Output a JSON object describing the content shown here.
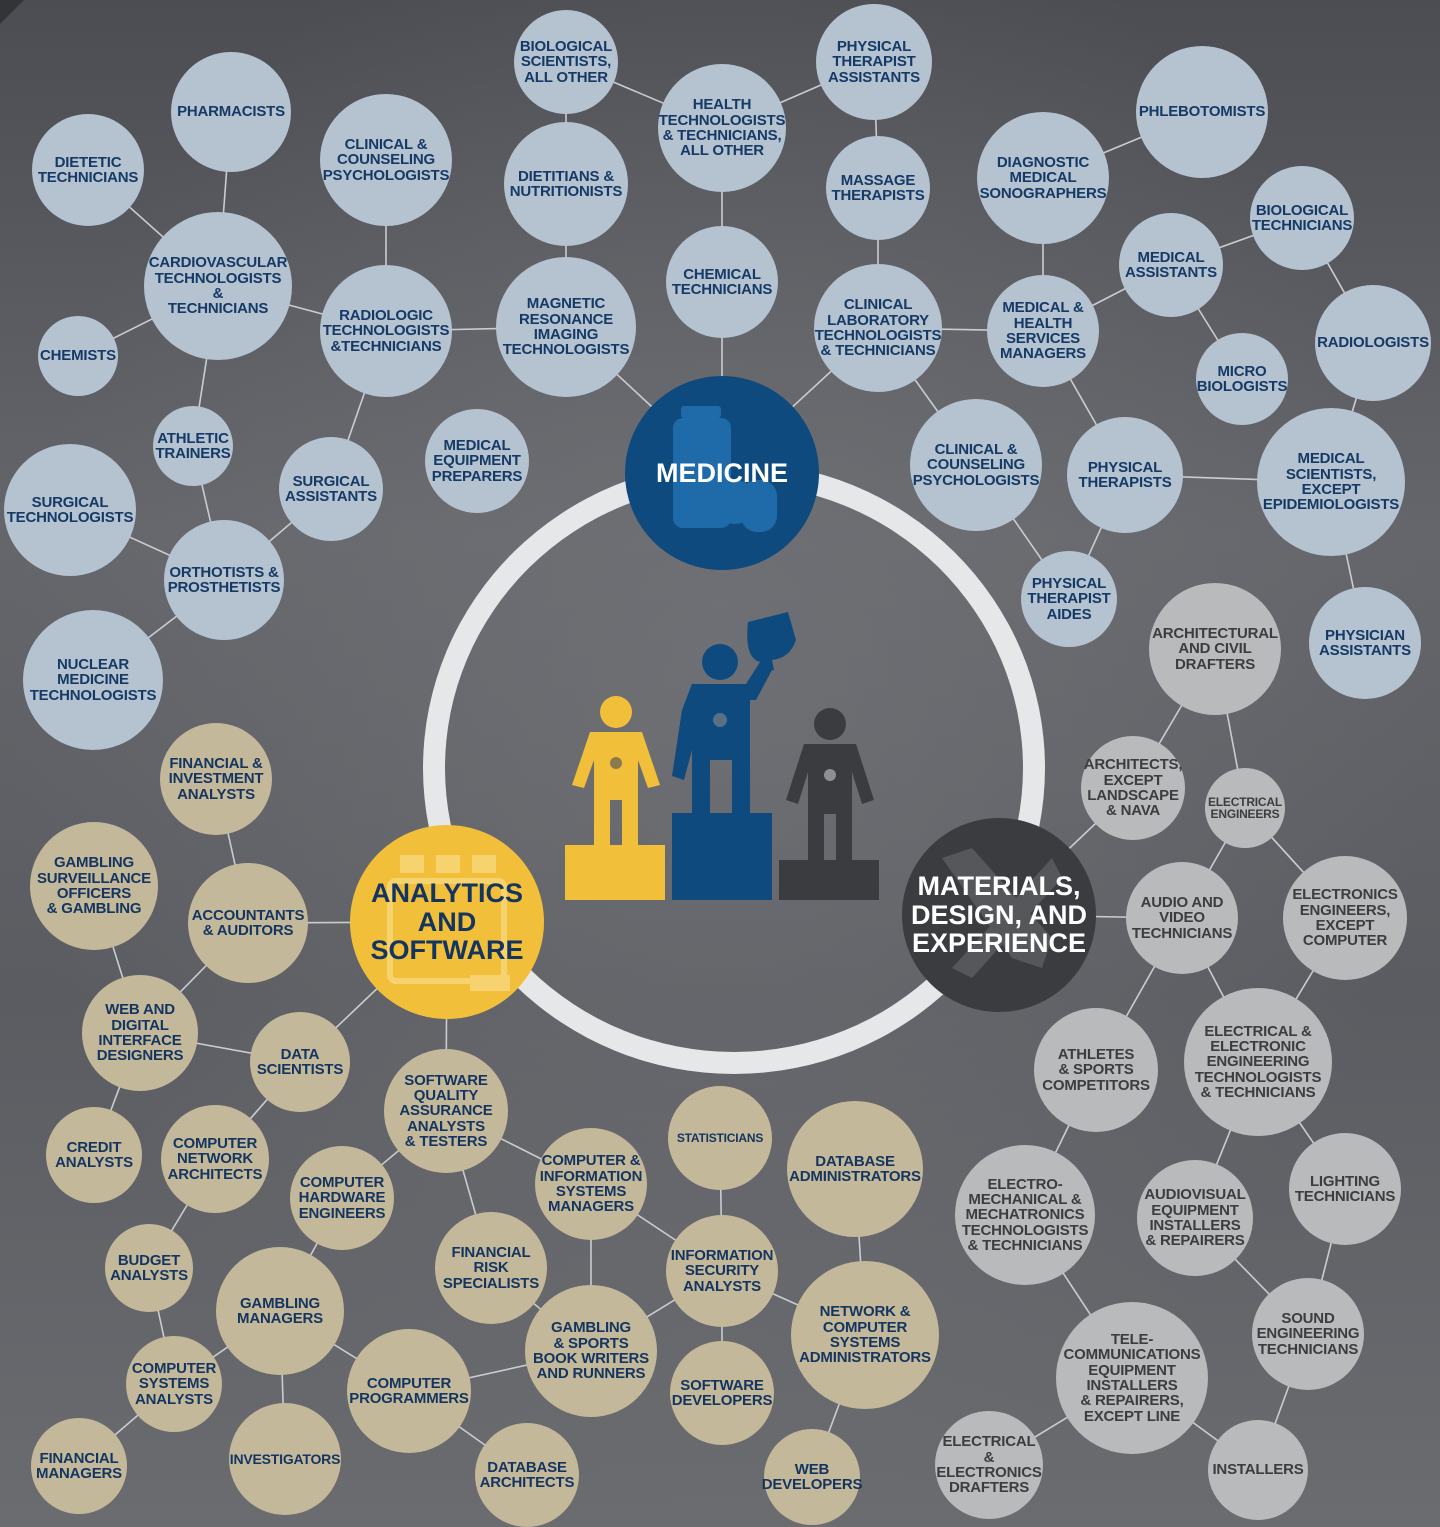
{
  "hubs": {
    "medicine": "MEDICINE",
    "analytics": "ANALYTICS\nAND\nSOFTWARE",
    "materials": "MATERIALS,\nDESIGN, AND\nEXPERIENCE"
  },
  "colors": {
    "medicine_hub": "#0e4a7e",
    "analytics_hub": "#f2bf3a",
    "materials_hub": "#3b3c3f",
    "medicine_nodes": "#b5c2d0",
    "analytics_nodes": "#c4b89a",
    "materials_nodes": "#b9babc",
    "ring": "#e6e7e9"
  },
  "medicine_nodes": [
    "BIOLOGICAL\nSCIENTISTS,\nALL OTHER",
    "PHYSICAL\nTHERAPIST\nASSISTANTS",
    "HEALTH\nTECHNOLOGISTS\n& TECHNICIANS,\nALL OTHER",
    "PHLEBOTOMISTS",
    "PHARMACISTS",
    "CLINICAL &\nCOUNSELING\nPSYCHOLOGISTS",
    "DIETETIC\nTECHNICIANS",
    "DIETITIANS &\nNUTRITIONISTS",
    "MASSAGE\nTHERAPISTS",
    "DIAGNOSTIC\nMEDICAL\nSONOGRAPHERS",
    "BIOLOGICAL\nTECHNICIANS",
    "CARDIOVASCULAR\nTECHNOLOGISTS &\nTECHNICIANS",
    "CHEMICAL\nTECHNICIANS",
    "MEDICAL\nASSISTANTS",
    "RADIOLOGIC\nTECHNOLOGISTS\n&TECHNICIANS",
    "MAGNETIC\nRESONANCE\nIMAGING\nTECHNOLOGISTS",
    "CLINICAL\nLABORATORY\nTECHNOLOGISTS\n& TECHNICIANS",
    "MEDICAL &\nHEALTH\nSERVICES\nMANAGERS",
    "RADIOLOGISTS",
    "CHEMISTS",
    "MICRO\nBIOLOGISTS",
    "ATHLETIC\nTRAINERS",
    "MEDICAL\nEQUIPMENT\nPREPARERS",
    "CLINICAL &\nCOUNSELING\nPSYCHOLOGISTS",
    "PHYSICAL\nTHERAPISTS",
    "MEDICAL\nSCIENTISTS,\nEXCEPT\nEPIDEMIOLOGISTS",
    "SURGICAL\nTECHNOLOGISTS",
    "SURGICAL\nASSISTANTS",
    "ORTHOTISTS &\nPROSTHETISTS",
    "PHYSICAL\nTHERAPIST\nAIDES",
    "PHYSICIAN\nASSISTANTS",
    "NUCLEAR\nMEDICINE\nTECHNOLOGISTS"
  ],
  "analytics_nodes": [
    "FINANCIAL &\nINVESTMENT\nANALYSTS",
    "GAMBLING\nSURVEILLANCE\nOFFICERS\n& GAMBLING",
    "ACCOUNTANTS\n& AUDITORS",
    "WEB AND\nDIGITAL\nINTERFACE\nDESIGNERS",
    "DATA\nSCIENTISTS",
    "SOFTWARE\nQUALITY\nASSURANCE\nANALYSTS\n& TESTERS",
    "STATISTICIANS",
    "DATABASE\nADMINISTRATORS",
    "CREDIT\nANALYSTS",
    "COMPUTER\nNETWORK\nARCHITECTS",
    "COMPUTER\nHARDWARE\nENGINEERS",
    "COMPUTER &\nINFORMATION\nSYSTEMS\nMANAGERS",
    "FINANCIAL\nRISK\nSPECIALISTS",
    "INFORMATION\nSECURITY\nANALYSTS",
    "BUDGET\nANALYSTS",
    "GAMBLING\nMANAGERS",
    "GAMBLING\n& SPORTS\nBOOK WRITERS\nAND RUNNERS",
    "NETWORK &\nCOMPUTER\nSYSTEMS\nADMINISTRATORS",
    "COMPUTER\nSYSTEMS\nANALYSTS",
    "COMPUTER\nPROGRAMMERS",
    "SOFTWARE\nDEVELOPERS",
    "FINANCIAL\nMANAGERS",
    "INVESTIGATORS",
    "DATABASE\nARCHITECTS",
    "WEB\nDEVELOPERS"
  ],
  "materials_nodes": [
    "ARCHITECTURAL\nAND CIVIL\nDRAFTERS",
    "ARCHITECTS,\nEXCEPT\nLANDSCAPE\n& NAVA",
    "ELECTRICAL\nENGINEERS",
    "AUDIO AND\nVIDEO\nTECHNICIANS",
    "ELECTRONICS\nENGINEERS,\nEXCEPT\nCOMPUTER",
    "ATHLETES\n& SPORTS\nCOMPETITORS",
    "ELECTRICAL &\nELECTRONIC\nENGINEERING\nTECHNOLOGISTS\n& TECHNICIANS",
    "ELECTRO-\nMECHANICAL &\nMECHATRONICS\nTECHNOLOGISTS\n& TECHNICIANS",
    "AUDIOVISUAL\nEQUIPMENT\nINSTALLERS\n& REPAIRERS",
    "LIGHTING\nTECHNICIANS",
    "SOUND\nENGINEERING\nTECHNICIANS",
    "TELE-\nCOMMUNICATIONS\nEQUIPMENT\nINSTALLERS\n& REPAIRERS,\nEXCEPT LINE",
    "ELECTRICAL &\nELECTRONICS\nDRAFTERS",
    "INSTALLERS"
  ]
}
